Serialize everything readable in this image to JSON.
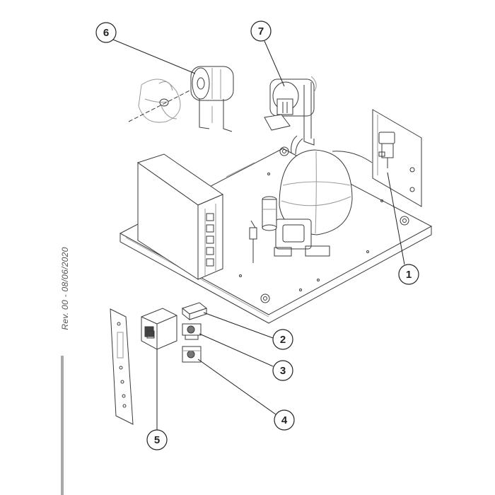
{
  "revision": {
    "text": "Rev. 00 - 08/06/2020"
  },
  "callouts": [
    {
      "id": "1",
      "label": "1"
    },
    {
      "id": "2",
      "label": "2"
    },
    {
      "id": "3",
      "label": "3"
    },
    {
      "id": "4",
      "label": "4"
    },
    {
      "id": "5",
      "label": "5"
    },
    {
      "id": "6",
      "label": "6"
    },
    {
      "id": "7",
      "label": "7"
    }
  ],
  "colors": {
    "line": "#3a3a3a",
    "light_line": "#9a9a9a",
    "accent_bar": "#a9a9a9"
  }
}
